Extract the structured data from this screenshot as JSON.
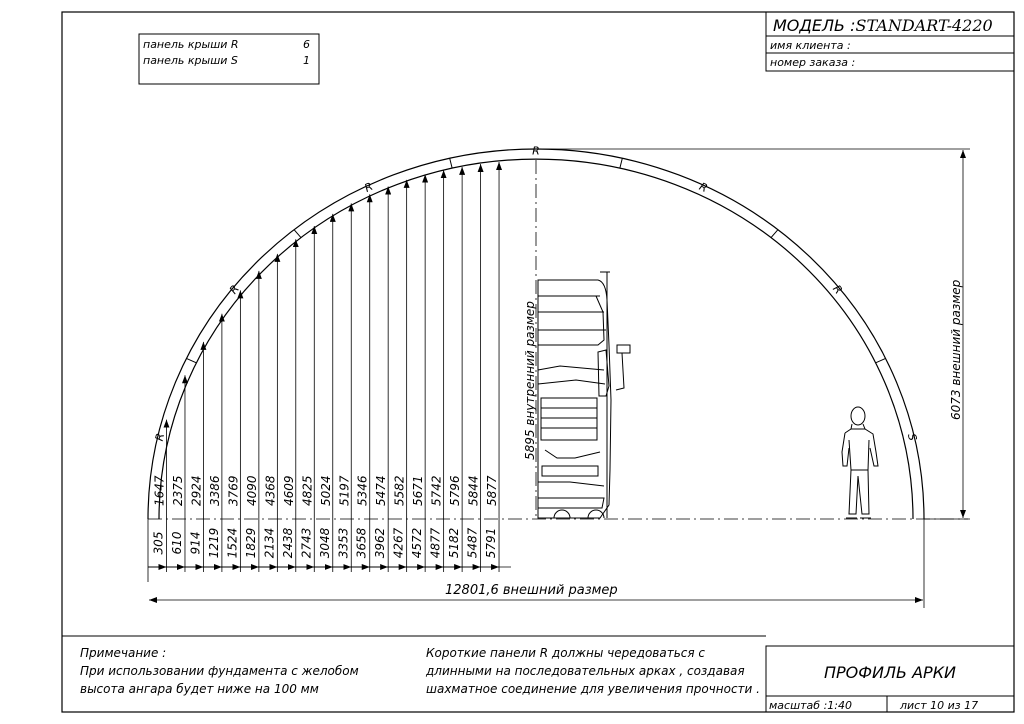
{
  "title_block": {
    "model_label": "МОДЕЛЬ :",
    "model_value": "STANDART-4220",
    "client_label": "имя клиента :",
    "order_label": "номер заказа :"
  },
  "panels_legend": [
    {
      "label": "панель крыши R",
      "count": "6"
    },
    {
      "label": "панель крыши S",
      "count": "1"
    }
  ],
  "arch": {
    "panel_marks": [
      "R",
      "R",
      "R",
      "R",
      "R",
      "R",
      "S"
    ],
    "outer_width_label": "12801,6  внешний размер",
    "outer_height_label": "6073  внешний размер",
    "inner_height_label": "5895  внутренний размер"
  },
  "heights": [
    "1647",
    "2375",
    "2924",
    "3386",
    "3769",
    "4090",
    "4368",
    "4609",
    "4825",
    "5024",
    "5197",
    "5346",
    "5474",
    "5582",
    "5671",
    "5742",
    "5796",
    "5844",
    "5877"
  ],
  "offsets": [
    "305",
    "610",
    "914",
    "1219",
    "1524",
    "1829",
    "2134",
    "2438",
    "2743",
    "3048",
    "3353",
    "3658",
    "3962",
    "4267",
    "4572",
    "4877",
    "5182",
    "5487",
    "5791"
  ],
  "notes": {
    "heading": "Примечание :",
    "line1": "При использовании фундамента с желобом",
    "line2": "высота ангара будет ниже на  100  мм",
    "panels_line1": "Короткие панели  R  должны чередоваться с",
    "panels_line2": "длинными на последовательных арках , создавая",
    "panels_line3": "шахматное соединение для увеличения прочности ."
  },
  "stamp": {
    "title": "ПРОФИЛЬ АРКИ",
    "scale": "масштаб :1:40",
    "sheet": "лист  10  из  17"
  }
}
